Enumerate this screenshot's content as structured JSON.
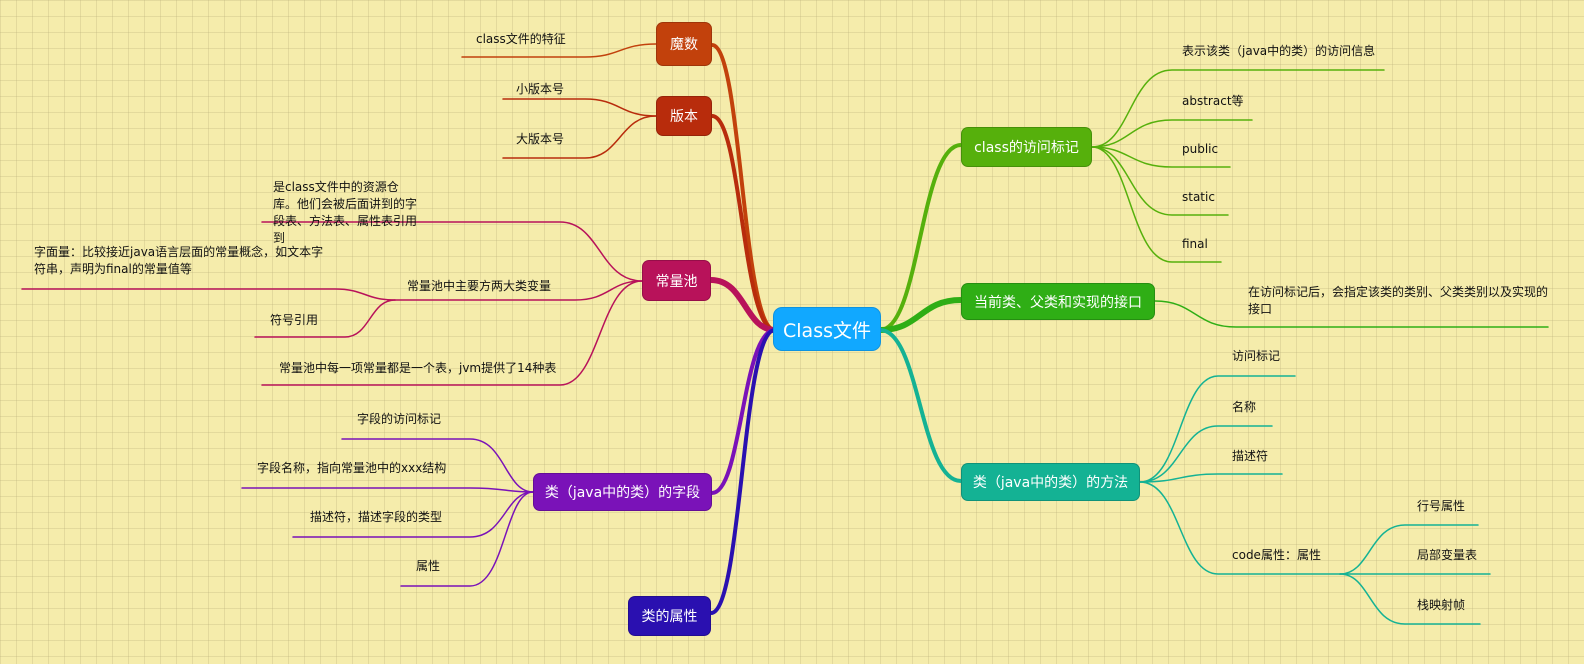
{
  "root": {
    "label": "Class文件",
    "color": "#11a8ff"
  },
  "branches": {
    "magic": {
      "label": "魔数",
      "color": "#c2410c",
      "children": [
        "class文件的特征"
      ]
    },
    "version": {
      "label": "版本",
      "color": "#b82c0c",
      "children": [
        "小版本号",
        "大版本号"
      ]
    },
    "constant_pool": {
      "label": "常量池",
      "color": "#b8125a",
      "desc": "是class文件中的资源仓库。他们会被后面讲到的字段表、方法表、属性表引用到",
      "two_types": "常量池中主要方两大类变量",
      "literal": "字面量：比较接近java语言层面的常量概念，如文本字符串，声明为final的常量值等",
      "symbol_ref": "符号引用",
      "tables": "常量池中每一项常量都是一个表，jvm提供了14种表"
    },
    "fields": {
      "label": "类（java中的类）的字段",
      "color": "#7a12b8",
      "children": [
        "字段的访问标记",
        "字段名称，指向常量池中的xxx结构",
        "描述符，描述字段的类型",
        "属性"
      ]
    },
    "class_attrs": {
      "label": "类的属性",
      "color": "#2a10b0"
    },
    "access_flags": {
      "label": "class的访问标记",
      "color": "#56b00c",
      "children": [
        "表示该类（java中的类）的访问信息",
        "abstract等",
        "public",
        "static",
        "final"
      ]
    },
    "interfaces": {
      "label": "当前类、父类和实现的接口",
      "color": "#2fae15",
      "children": [
        "在访问标记后，会指定该类的类别、父类类别以及实现的接口"
      ]
    },
    "methods": {
      "label": "类（java中的类）的方法",
      "color": "#14b294",
      "children": [
        "访问标记",
        "名称",
        "描述符"
      ],
      "code_attr": {
        "label": "code属性：属性",
        "children": [
          "行号属性",
          "局部变量表",
          "栈映射帧"
        ]
      }
    }
  }
}
